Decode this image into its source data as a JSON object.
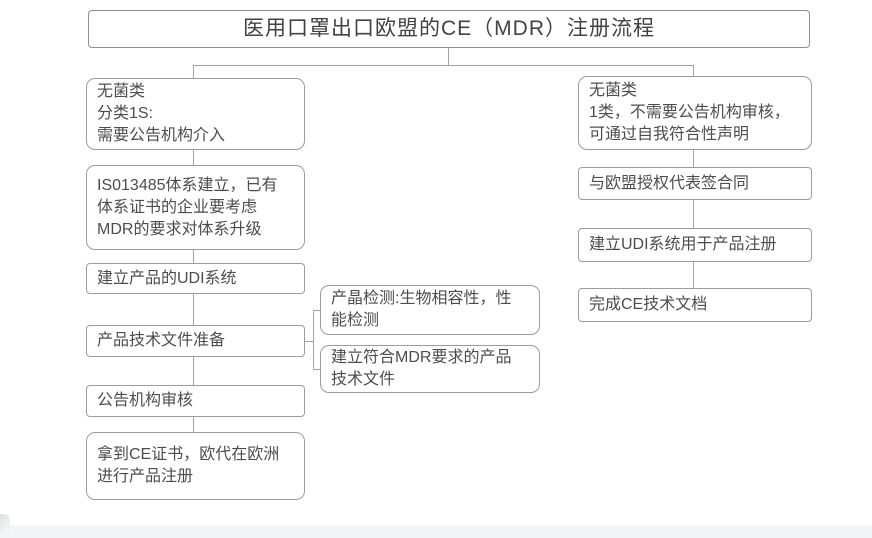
{
  "palette": {
    "background": "#ffffff",
    "box_border": "#9c9c9c",
    "connector_line": "#a3a3a3",
    "text": "#4d4d4d",
    "footer_band": "#f4f5f6"
  },
  "title": {
    "text": "医用口罩出口欧盟的CE（MDR）注册流程"
  },
  "left_branch": {
    "classification": "无菌类\n分类1S:\n需要公告机构介入",
    "iso_system": "IS013485体系建立，已有\n体系证书的企业要考虑\nMDR的要求对体系升级",
    "udi_system": "建立产品的UDI系统",
    "tech_file_prep": "产品技术文件准备",
    "notified_body_audit": "公告机构审核",
    "ce_certificate": "拿到CE证书，欧代在欧洲\n进行产品注册"
  },
  "sub_branch": {
    "product_testing": "产晶检测:生物相容性，性\n能检测",
    "mdr_tech_file": "建立符合MDR要求的产品\n技术文件"
  },
  "right_branch": {
    "classification": "无菌类\n1类，不需要公告机构审核，\n可通过自我符合性声明",
    "eu_rep_contract": "与欧盟授权代表签合同",
    "udi_registration": "建立UDI系统用于产品注册",
    "ce_tech_doc": "完成CE技术文档"
  }
}
